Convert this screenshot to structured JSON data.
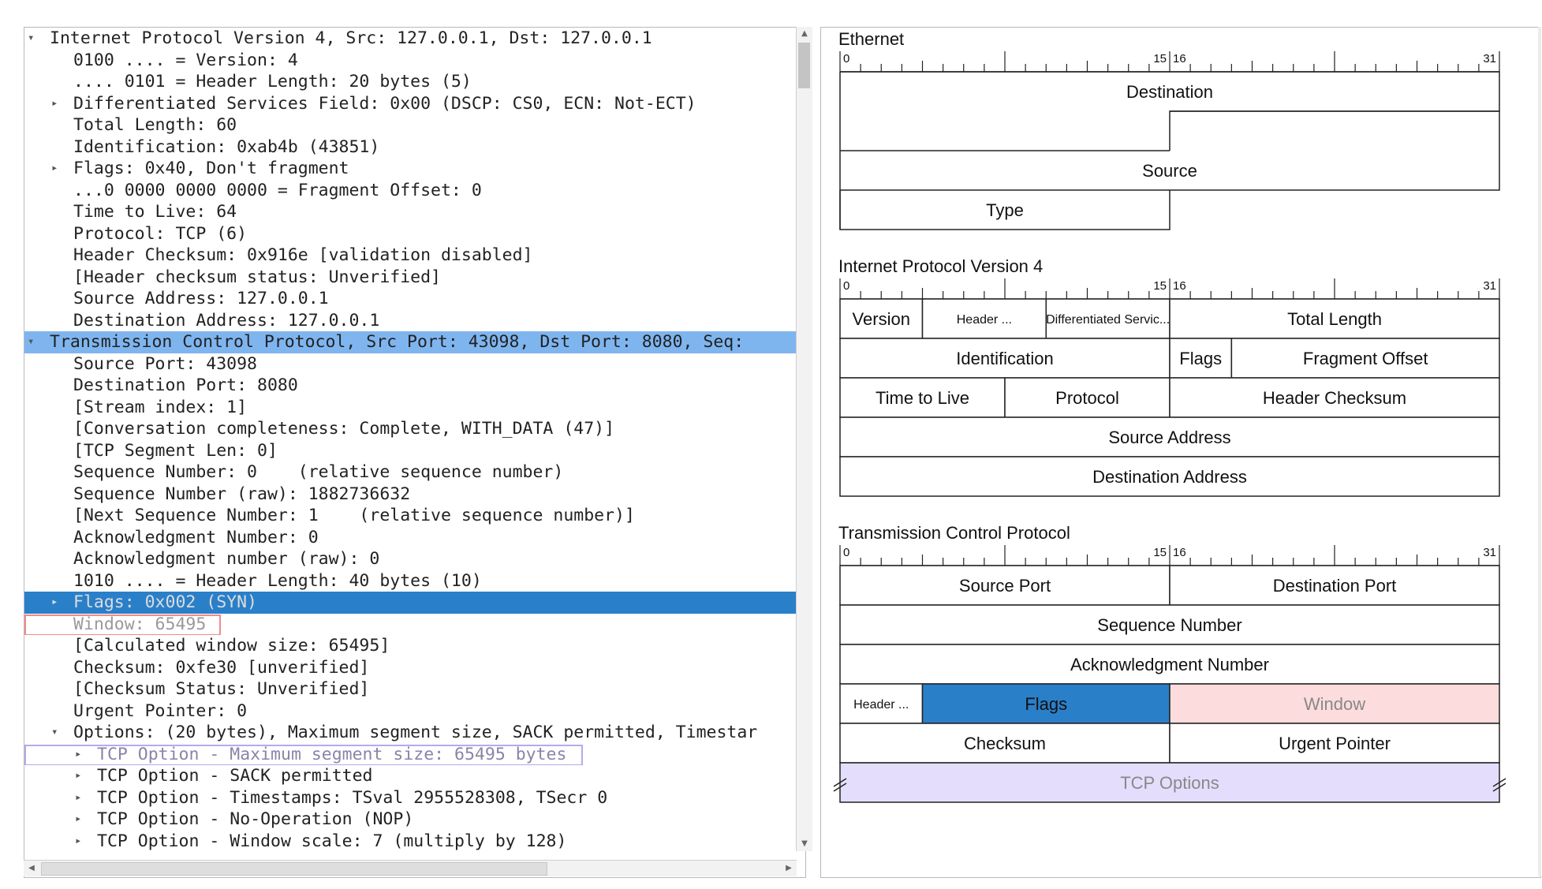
{
  "tree": {
    "rows": [
      {
        "text": "Internet Protocol Version 4, Src: 127.0.0.1, Dst: 127.0.0.1",
        "level": 0,
        "arrow": "expanded",
        "state": ""
      },
      {
        "text": "0100 .... = Version: 4",
        "level": 1,
        "arrow": "",
        "state": ""
      },
      {
        "text": ".... 0101 = Header Length: 20 bytes (5)",
        "level": 1,
        "arrow": "",
        "state": ""
      },
      {
        "text": "Differentiated Services Field: 0x00 (DSCP: CS0, ECN: Not-ECT)",
        "level": 1,
        "arrow": "collapsed",
        "state": ""
      },
      {
        "text": "Total Length: 60",
        "level": 1,
        "arrow": "",
        "state": ""
      },
      {
        "text": "Identification: 0xab4b (43851)",
        "level": 1,
        "arrow": "",
        "state": ""
      },
      {
        "text": "Flags: 0x40, Don't fragment",
        "level": 1,
        "arrow": "collapsed",
        "state": ""
      },
      {
        "text": "...0 0000 0000 0000 = Fragment Offset: 0",
        "level": 1,
        "arrow": "",
        "state": ""
      },
      {
        "text": "Time to Live: 64",
        "level": 1,
        "arrow": "",
        "state": ""
      },
      {
        "text": "Protocol: TCP (6)",
        "level": 1,
        "arrow": "",
        "state": ""
      },
      {
        "text": "Header Checksum: 0x916e [validation disabled]",
        "level": 1,
        "arrow": "",
        "state": ""
      },
      {
        "text": "[Header checksum status: Unverified]",
        "level": 1,
        "arrow": "",
        "state": ""
      },
      {
        "text": "Source Address: 127.0.0.1",
        "level": 1,
        "arrow": "",
        "state": ""
      },
      {
        "text": "Destination Address: 127.0.0.1",
        "level": 1,
        "arrow": "",
        "state": ""
      },
      {
        "text": "Transmission Control Protocol, Src Port: 43098, Dst Port: 8080, Seq:",
        "level": 0,
        "arrow": "expanded",
        "state": "sel-light"
      },
      {
        "text": "Source Port: 43098",
        "level": 1,
        "arrow": "",
        "state": ""
      },
      {
        "text": "Destination Port: 8080",
        "level": 1,
        "arrow": "",
        "state": ""
      },
      {
        "text": "[Stream index: 1]",
        "level": 1,
        "arrow": "",
        "state": ""
      },
      {
        "text": "[Conversation completeness: Complete, WITH_DATA (47)]",
        "level": 1,
        "arrow": "",
        "state": ""
      },
      {
        "text": "[TCP Segment Len: 0]",
        "level": 1,
        "arrow": "",
        "state": ""
      },
      {
        "text": "Sequence Number: 0    (relative sequence number)",
        "level": 1,
        "arrow": "",
        "state": ""
      },
      {
        "text": "Sequence Number (raw): 1882736632",
        "level": 1,
        "arrow": "",
        "state": ""
      },
      {
        "text": "[Next Sequence Number: 1    (relative sequence number)]",
        "level": 1,
        "arrow": "",
        "state": ""
      },
      {
        "text": "Acknowledgment Number: 0",
        "level": 1,
        "arrow": "",
        "state": ""
      },
      {
        "text": "Acknowledgment number (raw): 0",
        "level": 1,
        "arrow": "",
        "state": ""
      },
      {
        "text": "1010 .... = Header Length: 40 bytes (10)",
        "level": 1,
        "arrow": "",
        "state": ""
      },
      {
        "text": "Flags: 0x002 (SYN)",
        "level": 1,
        "arrow": "collapsed",
        "state": "sel-dark"
      },
      {
        "text": "Window: 65495",
        "level": 1,
        "arrow": "",
        "state": "hl-red"
      },
      {
        "text": "[Calculated window size: 65495]",
        "level": 1,
        "arrow": "",
        "state": ""
      },
      {
        "text": "Checksum: 0xfe30 [unverified]",
        "level": 1,
        "arrow": "",
        "state": ""
      },
      {
        "text": "[Checksum Status: Unverified]",
        "level": 1,
        "arrow": "",
        "state": ""
      },
      {
        "text": "Urgent Pointer: 0",
        "level": 1,
        "arrow": "",
        "state": ""
      },
      {
        "text": "Options: (20 bytes), Maximum segment size, SACK permitted, Timestar",
        "level": 1,
        "arrow": "expanded",
        "state": ""
      },
      {
        "text": "TCP Option - Maximum segment size: 65495 bytes",
        "level": 2,
        "arrow": "collapsed",
        "state": "hl-purple"
      },
      {
        "text": "TCP Option - SACK permitted",
        "level": 2,
        "arrow": "collapsed",
        "state": ""
      },
      {
        "text": "TCP Option - Timestamps: TSval 2955528308, TSecr 0",
        "level": 2,
        "arrow": "collapsed",
        "state": ""
      },
      {
        "text": "TCP Option - No-Operation (NOP)",
        "level": 2,
        "arrow": "collapsed",
        "state": ""
      },
      {
        "text": "TCP Option - Window scale: 7 (multiply by 128)",
        "level": 2,
        "arrow": "collapsed",
        "state": ""
      }
    ]
  },
  "diagram": {
    "ruler": {
      "labels": [
        "0",
        "15",
        "16",
        "31"
      ]
    },
    "sections": [
      {
        "title": "Ethernet",
        "rows": [
          [
            {
              "label": "Destination",
              "span": 32,
              "state": "",
              "small": false
            }
          ],
          [
            {
              "label": "Source",
              "span": 32,
              "state": "",
              "small": false
            }
          ],
          [
            {
              "label": "Type",
              "span": 16,
              "state": "",
              "small": false
            }
          ]
        ],
        "ethernet_step": true
      },
      {
        "title": "Internet Protocol Version 4",
        "rows": [
          [
            {
              "label": "Version",
              "span": 4,
              "state": "",
              "small": false
            },
            {
              "label": "Header ...",
              "span": 6,
              "state": "",
              "small": true
            },
            {
              "label": "Differentiated Servic...",
              "span": 6,
              "state": "",
              "small": true
            },
            {
              "label": "Total Length",
              "span": 16,
              "state": "",
              "small": false
            }
          ],
          [
            {
              "label": "Identification",
              "span": 16,
              "state": "",
              "small": false
            },
            {
              "label": "Flags",
              "span": 3,
              "state": "",
              "small": false
            },
            {
              "label": "Fragment Offset",
              "span": 13,
              "state": "",
              "small": false
            }
          ],
          [
            {
              "label": "Time to Live",
              "span": 8,
              "state": "",
              "small": false
            },
            {
              "label": "Protocol",
              "span": 8,
              "state": "",
              "small": false
            },
            {
              "label": "Header Checksum",
              "span": 16,
              "state": "",
              "small": false
            }
          ],
          [
            {
              "label": "Source Address",
              "span": 32,
              "state": "",
              "small": false
            }
          ],
          [
            {
              "label": "Destination Address",
              "span": 32,
              "state": "",
              "small": false
            }
          ]
        ],
        "ethernet_step": false
      },
      {
        "title": "Transmission Control Protocol",
        "rows": [
          [
            {
              "label": "Source Port",
              "span": 16,
              "state": "",
              "small": false
            },
            {
              "label": "Destination Port",
              "span": 16,
              "state": "",
              "small": false
            }
          ],
          [
            {
              "label": "Sequence Number",
              "span": 32,
              "state": "",
              "small": false
            }
          ],
          [
            {
              "label": "Acknowledgment Number",
              "span": 32,
              "state": "",
              "small": false
            }
          ],
          [
            {
              "label": "Header ...",
              "span": 4,
              "state": "",
              "small": true
            },
            {
              "label": "Flags",
              "span": 12,
              "state": "selected",
              "small": false
            },
            {
              "label": "Window",
              "span": 16,
              "state": "red",
              "small": false
            }
          ],
          [
            {
              "label": "Checksum",
              "span": 16,
              "state": "",
              "small": false
            },
            {
              "label": "Urgent Pointer",
              "span": 16,
              "state": "",
              "small": false
            }
          ],
          [
            {
              "label": "TCP Options",
              "span": 32,
              "state": "purple",
              "small": false,
              "options": true
            }
          ]
        ],
        "ethernet_step": false
      }
    ]
  },
  "colors": {
    "selected_light": "#7fb5ef",
    "selected_dark": "#2a7fc9",
    "highlight_red_border": "#f08a8a",
    "highlight_red_fill": "#fcdcdc",
    "highlight_purple_border": "#b8a8ef",
    "highlight_purple_fill": "#e4defc"
  }
}
